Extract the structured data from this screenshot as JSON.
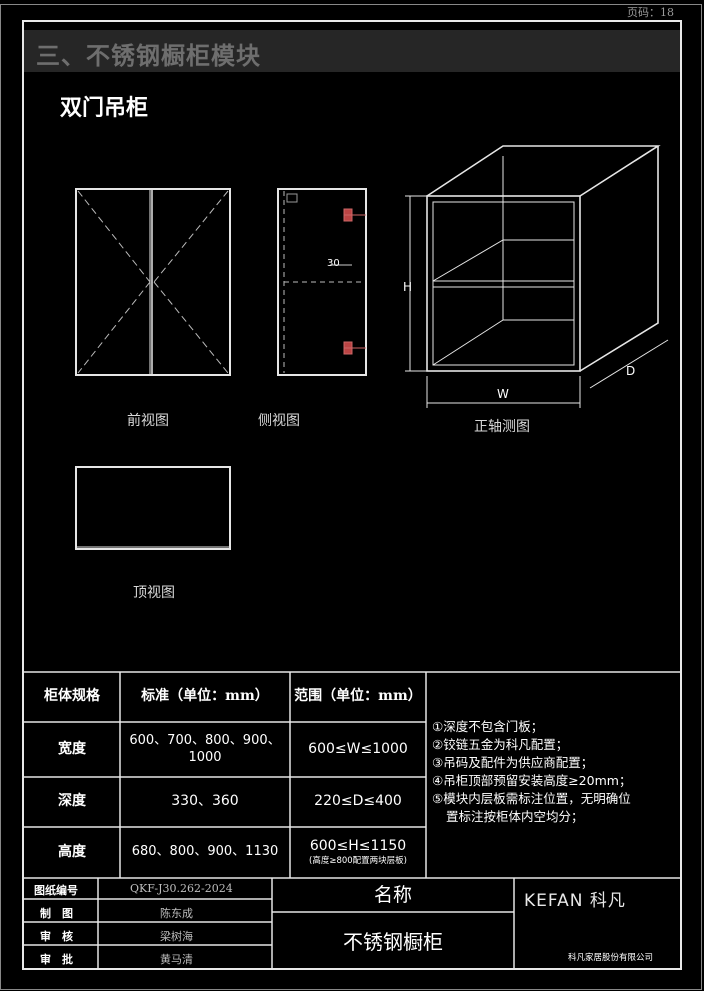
{
  "page_number": "页码：18",
  "section_title": "三、不锈钢橱柜模块",
  "subtitle": "双门吊柜",
  "views": {
    "front": "前视图",
    "side": "侧视图",
    "iso": "正轴测图",
    "top": "顶视图"
  },
  "dims": {
    "h": "H",
    "w": "W",
    "d": "D",
    "thirty": "30"
  },
  "spec_table": {
    "headers": [
      "柜体规格",
      "标准（单位：mm）",
      "范围（单位：mm）"
    ],
    "rows": [
      {
        "name": "宽度",
        "standard": "600、700、800、900、1000",
        "range": "600≤W≤1000",
        "range_note": ""
      },
      {
        "name": "深度",
        "standard": "330、360",
        "range": "220≤D≤400",
        "range_note": ""
      },
      {
        "name": "高度",
        "standard": "680、800、900、1130",
        "range": "600≤H≤1150",
        "range_note": "(高度≥800配置两块层板)"
      }
    ],
    "notes": [
      "①深度不包含门板；",
      "②铰链五金为科凡配置；",
      "③吊码及配件为供应商配置；",
      "④吊柜顶部预留安装高度≥20mm；",
      "⑤模块内层板需标注位置，无明确位",
      "置标注按柜体内空均分；"
    ]
  },
  "title_block": {
    "labels": [
      "图纸编号",
      "制　图",
      "审　核",
      "审　批"
    ],
    "values": [
      "QKF-J30.262-2024",
      "陈东成",
      "梁树海",
      "黄马清"
    ],
    "name_label": "名称",
    "name_value": "不锈钢橱柜",
    "brand": "KEFAN 科凡",
    "company": "科凡家居股份有限公司"
  }
}
